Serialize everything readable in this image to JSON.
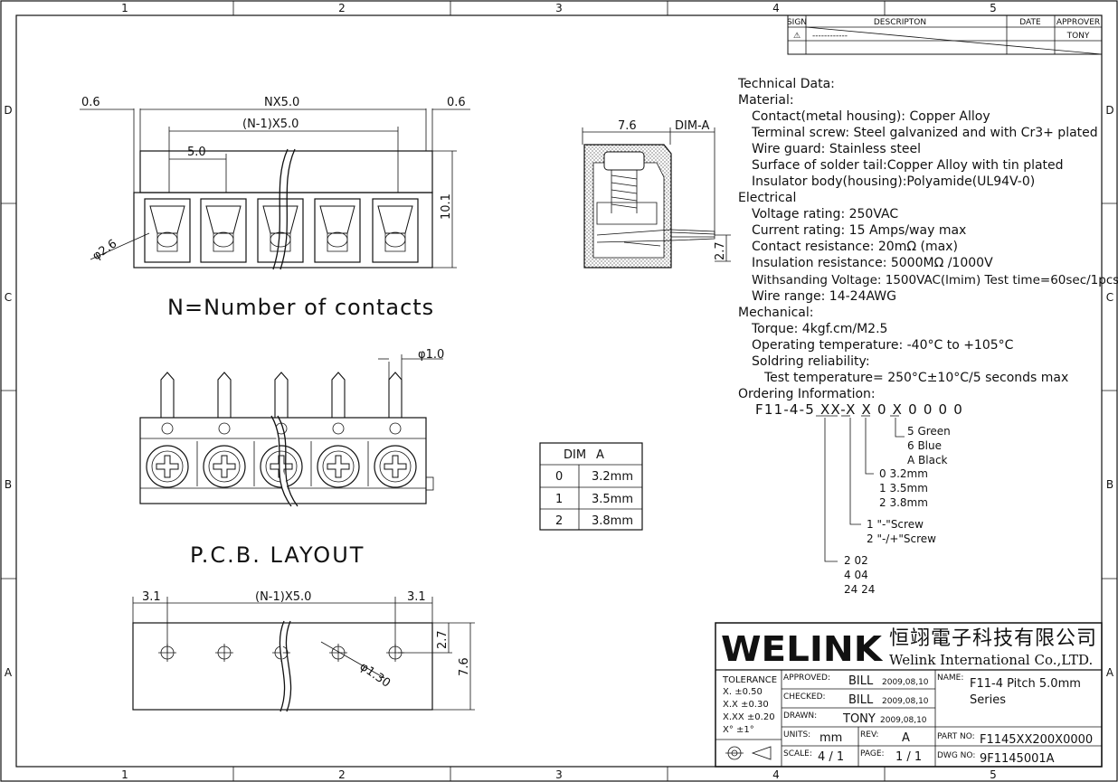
{
  "frame": {
    "col_labels": [
      "1",
      "2",
      "3",
      "4",
      "5"
    ],
    "row_labels": [
      "D",
      "C",
      "B",
      "A"
    ]
  },
  "revision_table": {
    "headers": {
      "sign": "SIGN",
      "description": "DESCRIPTON",
      "date": "DATE",
      "approver": "APPROVER"
    },
    "row": {
      "sign": "⚠",
      "description": "------------",
      "date": "",
      "approver": "TONY"
    }
  },
  "front_view": {
    "dim_left_margin": "0.6",
    "dim_total": "NX5.0",
    "dim_right_margin": "0.6",
    "dim_inner": "(N-1)X5.0",
    "dim_pitch": "5.0",
    "dim_height": "10.1",
    "dim_hole": "φ2.6",
    "caption": "N=Number of contacts"
  },
  "side_view": {
    "dim_width": "7.6",
    "dim_a": "DIM-A",
    "dim_pin": "2.7"
  },
  "pcb_view": {
    "dim_pin": "φ1.0",
    "caption": "P.C.B.  LAYOUT",
    "dim_left": "3.1",
    "dim_inner": "(N-1)X5.0",
    "dim_right": "3.1",
    "dim_h1": "2.7",
    "dim_h2": "7.6",
    "dim_hole": "φ1.30"
  },
  "dim_table": {
    "header_col1": "DIM",
    "header_col2": "A",
    "rows": [
      {
        "code": "0",
        "value": "3.2mm"
      },
      {
        "code": "1",
        "value": "3.5mm"
      },
      {
        "code": "2",
        "value": "3.8mm"
      }
    ]
  },
  "technical": {
    "lines": [
      "Technical Data:",
      "Material:",
      "Contact(metal housing): Copper Alloy",
      "Terminal screw: Steel galvanized and with Cr3+ plated",
      "Wire guard: Stainless steel",
      "Surface of solder tail:Copper Alloy  with  tin plated",
      "Insulator body(housing):Polyamide(UL94V-0)",
      "Electrical",
      "Voltage rating: 250VAC",
      "Current rating: 15 Amps/way max",
      "Contact resistance: 20mΩ (max)",
      "Insulation resistance: 5000MΩ /1000V",
      "Withsanding Voltage: 1500VAC(lmim) Test time=60sec/1pcs",
      "Wire range: 14-24AWG",
      "Mechanical:",
      "Torque: 4kgf.cm/M2.5",
      "Operating temperature: -40°C to +105°C",
      "Soldring reliability:",
      "Test temperature= 250°C±10°C/5 seconds max",
      "Ordering Information:"
    ]
  },
  "ordering": {
    "code": "F11-4-5 XX-X X 0 X 0 0 0 0",
    "color_opts": [
      "5   Green",
      "6   Blue",
      "A   Black"
    ],
    "dim_opts": [
      "0    3.2mm",
      "1    3.5mm",
      "2    3.8mm"
    ],
    "screw_opts": [
      "1  \"-\"Screw",
      "2  \"-/+\"Screw"
    ],
    "pole_opts": [
      "2   02",
      "4   04",
      "24  24"
    ]
  },
  "title_block": {
    "logo": "WELINK",
    "company_cn": "恒翊電子科技有限公司",
    "company_en": "Welink International Co.,LTD.",
    "tolerance_label": "TOLERANCE",
    "tolerances": [
      "X.     ±0.50",
      "X.X    ±0.30",
      "X.XX  ±0.20",
      "X°      ±1°"
    ],
    "approved_label": "APPROVED:",
    "approved_name": "BILL",
    "approved_date": "2009,08,10",
    "checked_label": "CHECKED:",
    "checked_name": "BILL",
    "checked_date": "2009,08,10",
    "drawn_label": "DRAWN:",
    "drawn_name": "TONY",
    "drawn_date": "2009,08,10",
    "units_label": "UNITS:",
    "units_value": "mm",
    "rev_label": "REV:",
    "rev_value": "A",
    "scale_label": "SCALE:",
    "scale_value": "4 / 1",
    "page_label": "PAGE:",
    "page_value": "1 / 1",
    "name_label": "NAME:",
    "name_value_1": "F11-4  Pitch 5.0mm",
    "name_value_2": "Series",
    "partno_label": "PART NO:",
    "partno_value": "F1145XX200X0000",
    "dwgno_label": "DWG NO:",
    "dwgno_value": "9F1145001A"
  }
}
